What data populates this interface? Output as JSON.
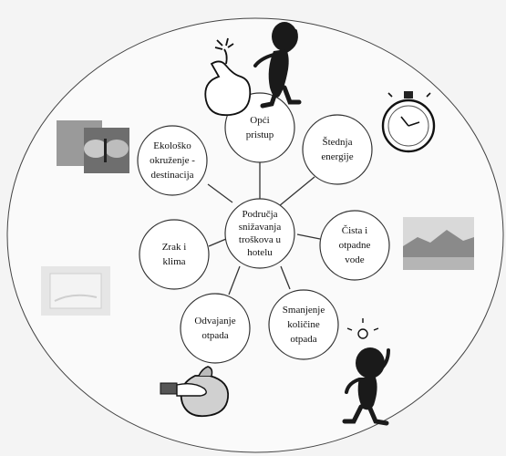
{
  "diagram": {
    "center": {
      "label": "Područja\nsnižavanja\ntroškova u\nhotelu"
    },
    "nodes": [
      {
        "key": "opci",
        "label": "Opći\npristup"
      },
      {
        "key": "stednja",
        "label": "Štednja\nenergije"
      },
      {
        "key": "cista",
        "label": "Čista i\notpadne\nvode"
      },
      {
        "key": "smanjenje",
        "label": "Smanjenje\nkoličine\notpada"
      },
      {
        "key": "odvajanje",
        "label": "Odvajanje\notpada"
      },
      {
        "key": "zrak",
        "label": "Zrak i\nklima"
      },
      {
        "key": "ekolosko",
        "label": "Ekološko\nokruženje -\ndestinacija"
      }
    ]
  },
  "illustrations": [
    "bomb-icon",
    "thinking-figure-icon",
    "stopwatch-icon",
    "butterfly-photo",
    "lake-landscape-photo",
    "window-photo",
    "idea-figure-icon",
    "money-bag-hand-icon"
  ]
}
